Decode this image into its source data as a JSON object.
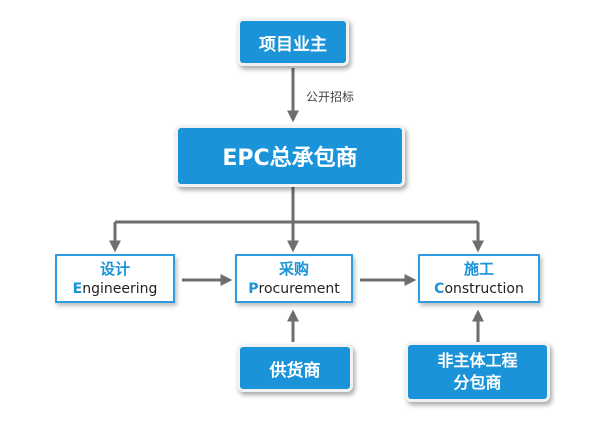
{
  "owner": {
    "label": "项目业主"
  },
  "bidding": {
    "label": "公开招标"
  },
  "epc": {
    "label": "EPC总承包商"
  },
  "design": {
    "cn": "设计",
    "en_initial": "E",
    "en_rest": "ngineering"
  },
  "procurement": {
    "cn": "采购",
    "en_initial": "P",
    "en_rest": "rocurement"
  },
  "construction": {
    "cn": "施工",
    "en_initial": "C",
    "en_rest": "onstruction"
  },
  "supplier": {
    "label": "供货商"
  },
  "subcontractor": {
    "line1": "非主体工程",
    "line2": "分包商"
  },
  "colors": {
    "primary_blue": "#1a93d8",
    "outline_blue": "#2f9be0",
    "connector_gray": "#6e6e6e"
  }
}
